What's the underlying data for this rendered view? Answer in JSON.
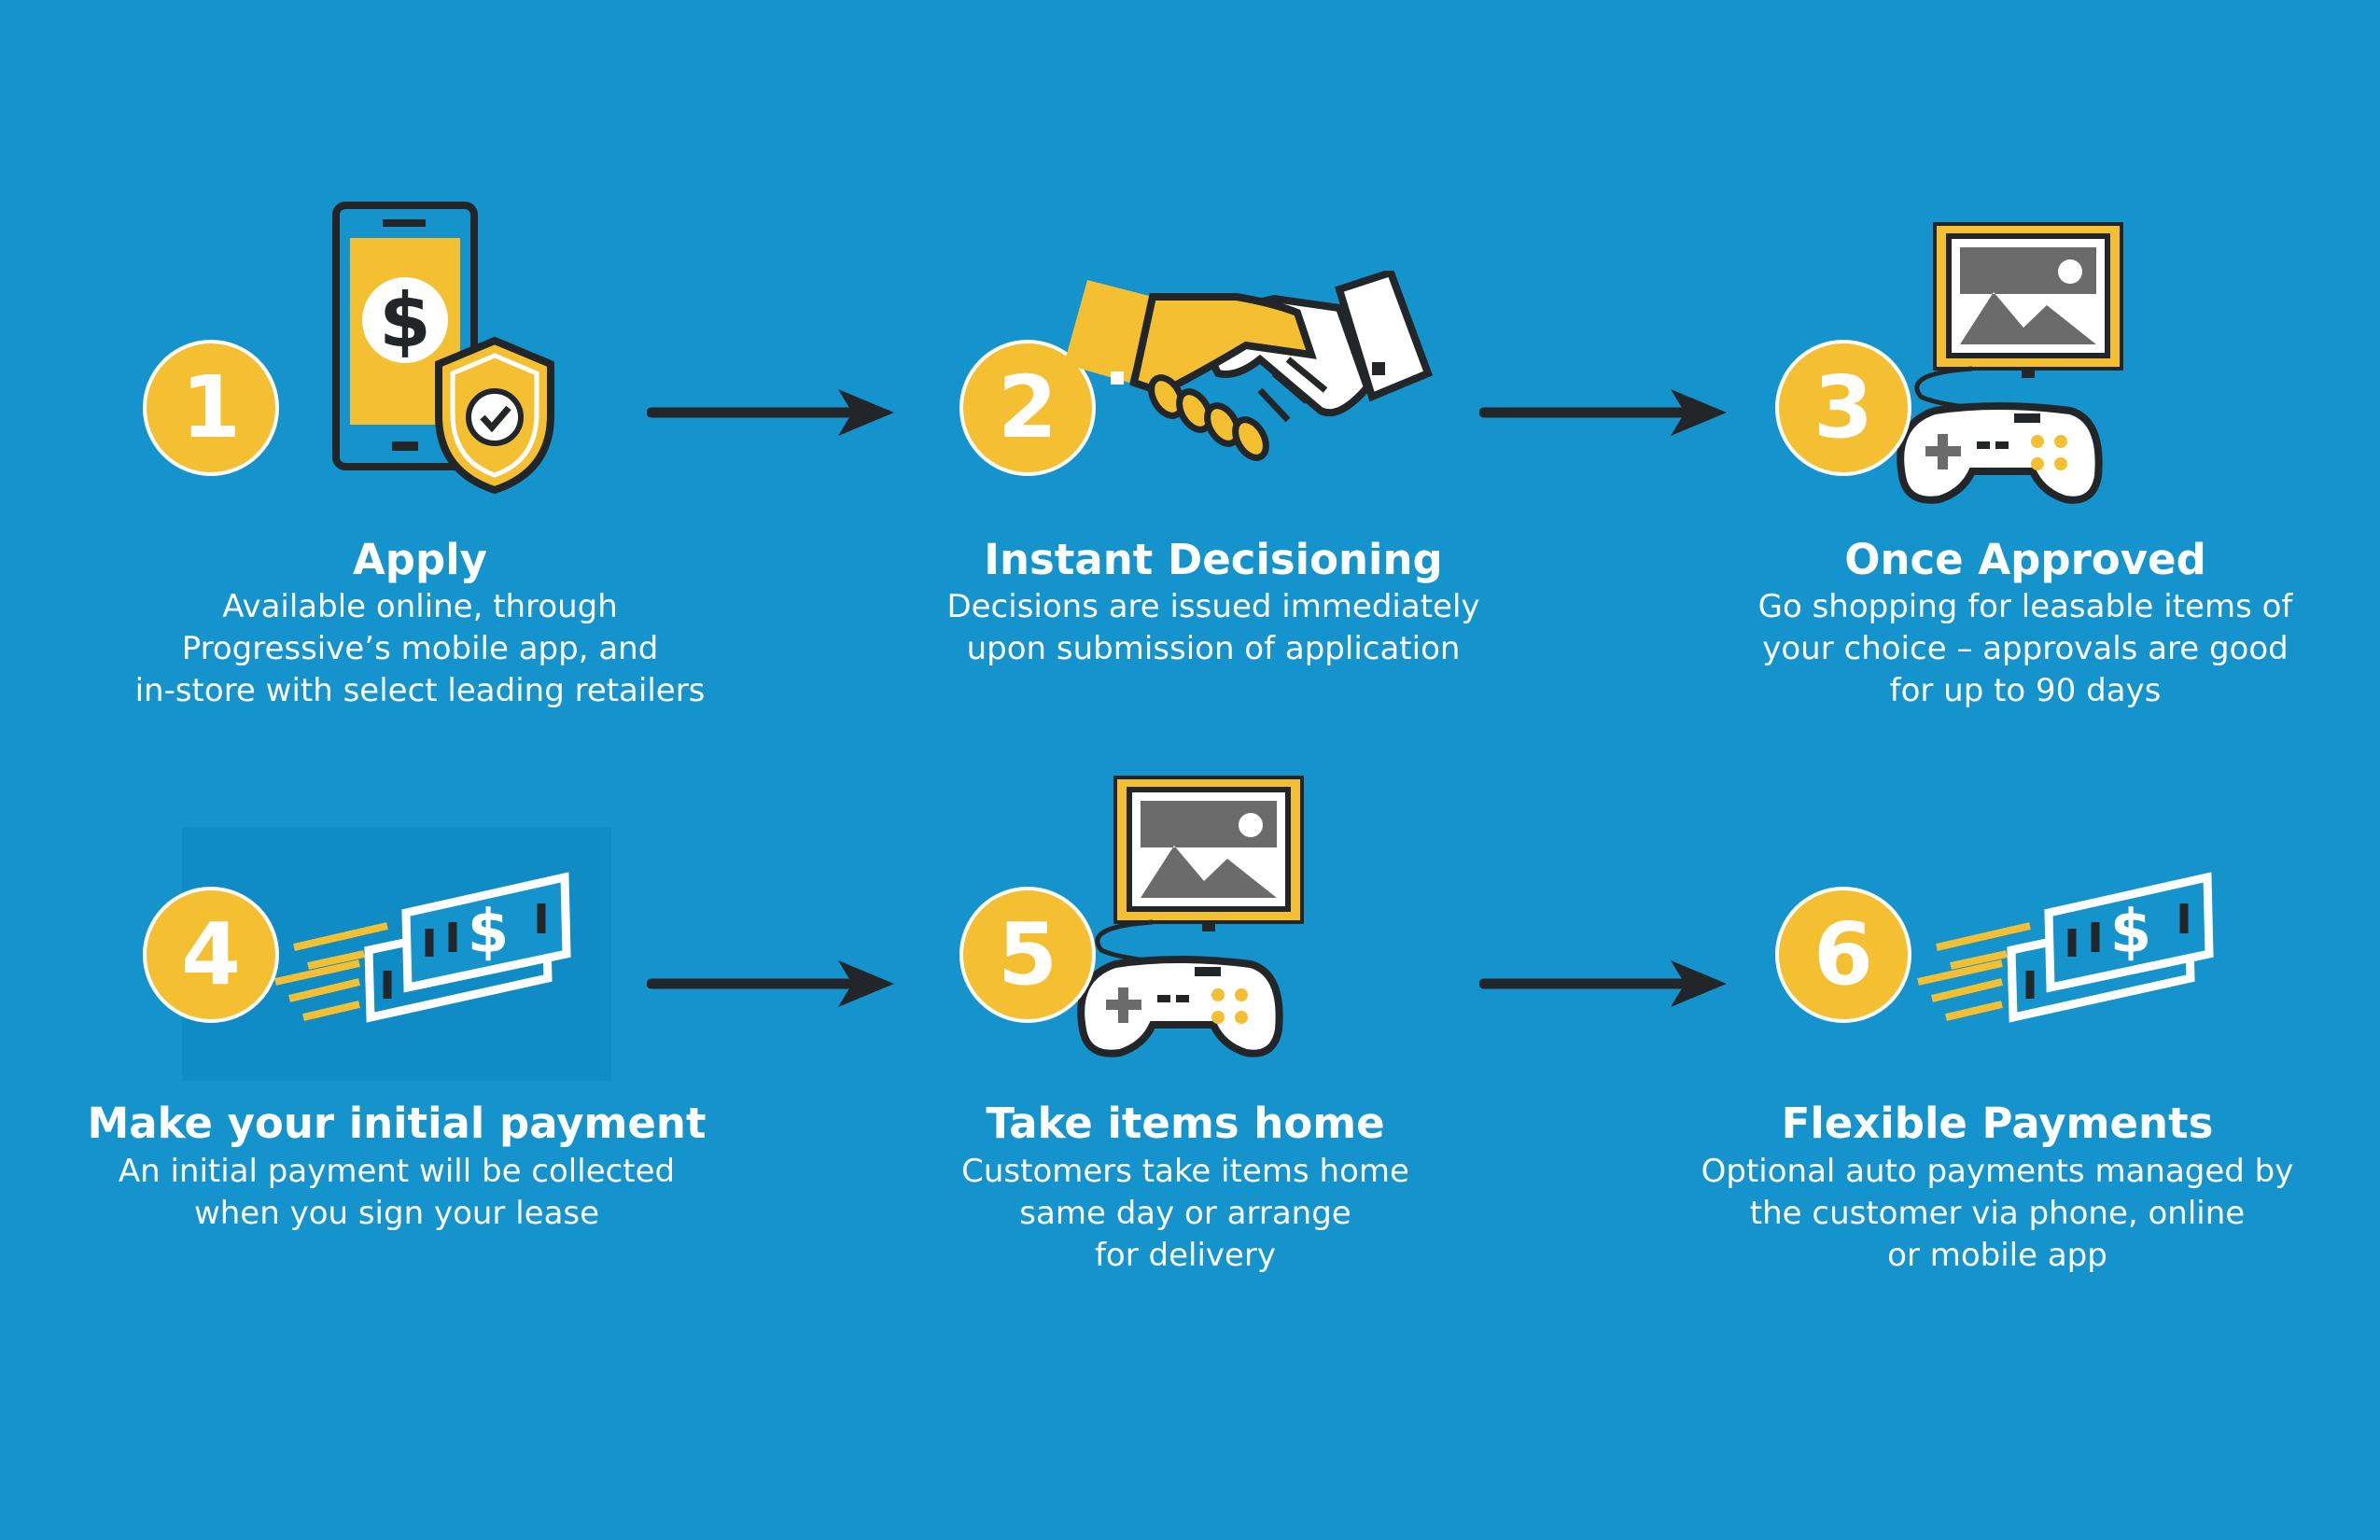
{
  "colors": {
    "background": "#1493cd",
    "accent_yellow": "#f5bf32",
    "icon_dark": "#222629",
    "white": "#ffffff"
  },
  "steps": [
    {
      "number": "1",
      "title": "Apply",
      "desc_lines": [
        "Available online, through",
        "Progressive’s mobile app, and",
        "in-store with select leading retailers"
      ],
      "icon": "phone-shield-icon"
    },
    {
      "number": "2",
      "title": "Instant Decisioning",
      "desc_lines": [
        "Decisions are issued immediately",
        "upon submission of application"
      ],
      "icon": "handshake-icon"
    },
    {
      "number": "3",
      "title": "Once Approved",
      "desc_lines": [
        "Go shopping for leasable items of",
        "your choice – approvals are good",
        "for up to 90 days"
      ],
      "icon": "tv-controller-icon"
    },
    {
      "number": "4",
      "title": "Make your initial payment",
      "desc_lines": [
        "An initial payment will be collected",
        "when you sign your lease"
      ],
      "icon": "flying-cash-icon"
    },
    {
      "number": "5",
      "title": "Take items home",
      "desc_lines": [
        "Customers take items home",
        "same day or arrange",
        "for delivery"
      ],
      "icon": "tv-controller-icon"
    },
    {
      "number": "6",
      "title": "Flexible Payments",
      "desc_lines": [
        "Optional auto payments managed by",
        "the customer via phone, online",
        "or mobile app"
      ],
      "icon": "flying-cash-icon"
    }
  ]
}
